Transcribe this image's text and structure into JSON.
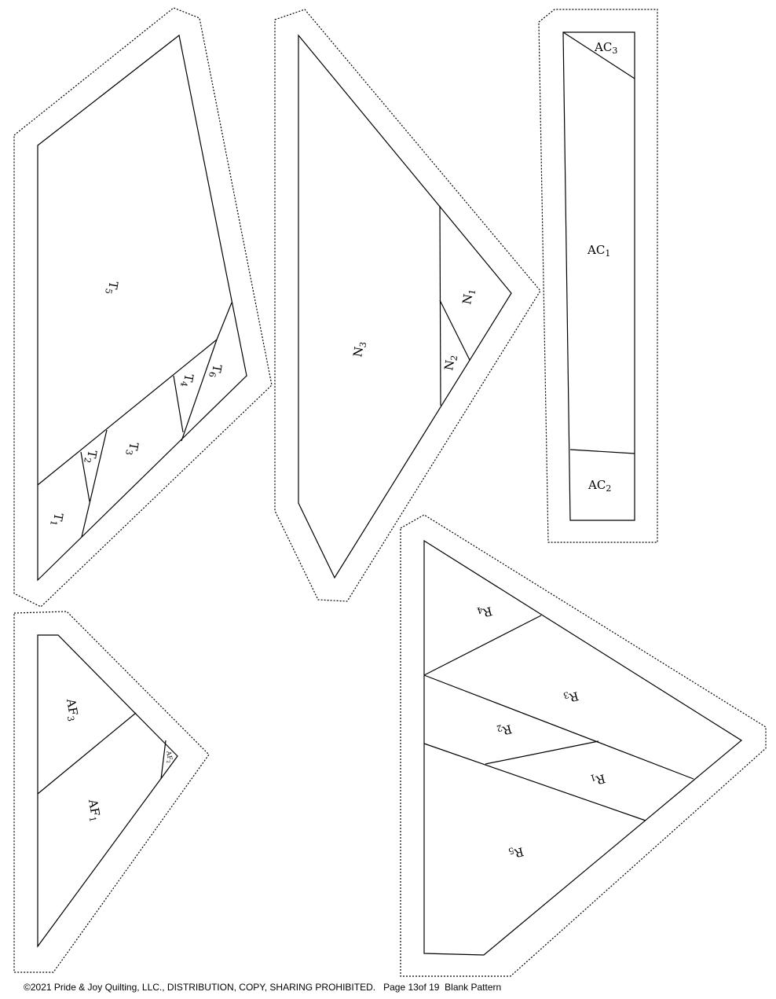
{
  "blocks": {
    "T": {
      "labels": [
        [
          "T",
          "5"
        ],
        [
          "T",
          "1"
        ],
        [
          "T",
          "2"
        ],
        [
          "T",
          "3"
        ],
        [
          "T",
          "4"
        ],
        [
          "T",
          "6"
        ]
      ]
    },
    "N": {
      "labels": [
        [
          "N",
          "3"
        ],
        [
          "N",
          "1"
        ],
        [
          "N",
          "2"
        ]
      ]
    },
    "AC": {
      "labels": [
        [
          "AC",
          "3"
        ],
        [
          "AC",
          "1"
        ],
        [
          "AC",
          "2"
        ]
      ]
    },
    "AF": {
      "labels": [
        [
          "AF",
          "3"
        ],
        [
          "AF",
          "1"
        ],
        [
          "AF",
          "2"
        ]
      ]
    },
    "R": {
      "labels": [
        [
          "R",
          "4"
        ],
        [
          "R",
          "3"
        ],
        [
          "R",
          "2"
        ],
        [
          "R",
          "1"
        ],
        [
          "R",
          "5"
        ]
      ]
    }
  },
  "footer": {
    "text": "©2021 Pride & Joy Quilting, LLC., DISTRIBUTION, COPY, SHARING PROHIBITED.   Page 13of 19  Blank Pattern"
  }
}
